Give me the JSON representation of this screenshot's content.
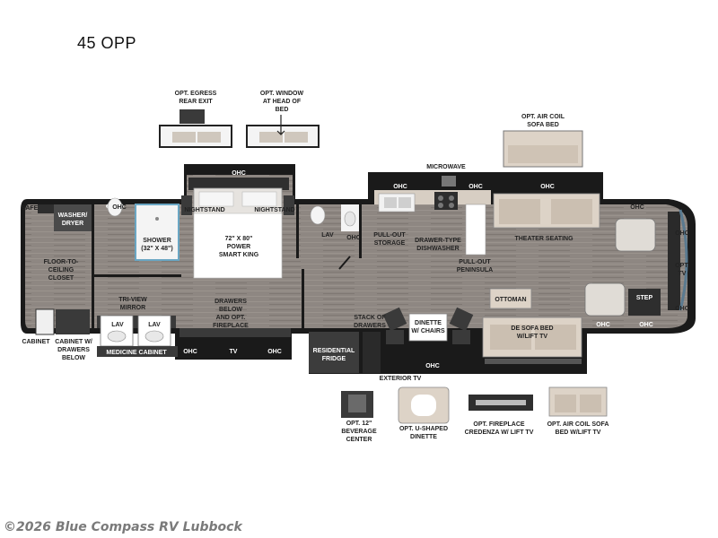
{
  "title": "45 OPP",
  "watermark": "©2026 Blue Compass RV Lubbock",
  "labels": {
    "opt_egress_1": "OPT. EGRESS",
    "opt_egress_2": "REAR EXIT",
    "opt_window_1": "OPT. WINDOW",
    "opt_window_2": "AT HEAD OF",
    "opt_window_3": "BED",
    "opt_aircoil_1": "OPT. AIR COIL",
    "opt_aircoil_2": "SOFA BED",
    "microwave": "MICROWAVE",
    "ohc": "OHC",
    "safe": "SAFE",
    "washer_1": "WASHER/",
    "washer_2": "DRYER",
    "nightstand": "NIGHTSTAND",
    "shower_1": "SHOWER",
    "shower_2": "(32\" X 48\")",
    "bed_1": "72\" X 80\"",
    "bed_2": "POWER",
    "bed_3": "SMART KING",
    "lav": "LAV",
    "pullout_storage_1": "PULL-OUT",
    "pullout_storage_2": "STORAGE",
    "dishwasher_1": "DRAWER-TYPE",
    "dishwasher_2": "DISHWASHER",
    "theater": "THEATER SEATING",
    "closet_1": "FLOOR-TO-",
    "closet_2": "CEILING",
    "closet_3": "CLOSET",
    "peninsula_1": "PULL-OUT",
    "peninsula_2": "PENINSULA",
    "opt_tv_1": "OPT.",
    "opt_tv_2": "TV",
    "triview_1": "TRI-VIEW",
    "triview_2": "MIRROR",
    "drawers_1": "DRAWERS",
    "drawers_2": "BELOW",
    "drawers_3": "AND OPT.",
    "drawers_4": "FIREPLACE",
    "ottoman": "OTTOMAN",
    "step": "STEP",
    "stack_1": "STACK OF",
    "stack_2": "DRAWERS",
    "dinette_1": "DINETTE",
    "dinette_2": "W/ CHAIRS",
    "desofa_1": "DE SOFA BED",
    "desofa_2": "W/LIFT TV",
    "cabinet": "CABINET",
    "cab_drawers_1": "CABINET W/",
    "cab_drawers_2": "DRAWERS",
    "cab_drawers_3": "BELOW",
    "medicine": "MEDICINE CABINET",
    "tv": "TV",
    "fridge_1": "RESIDENTIAL",
    "fridge_2": "FRIDGE",
    "exterior_tv": "EXTERIOR TV",
    "bev_1": "OPT. 12\"",
    "bev_2": "BEVERAGE",
    "bev_3": "CENTER",
    "ushaped_1": "OPT. U-SHAPED",
    "ushaped_2": "DINETTE",
    "fireplace_1": "OPT. FIREPLACE",
    "fireplace_2": "CREDENZA W/ LIFT TV",
    "aircoil_tv_1": "OPT. AIR COIL SOFA",
    "aircoil_tv_2": "BED W/LIFT TV"
  },
  "colors": {
    "floor": "#8c8580",
    "wall": "#1a1a1a",
    "cabinet": "#3a3a3a",
    "furniture": "#ddd3c7",
    "trim": "#5a7a90"
  }
}
